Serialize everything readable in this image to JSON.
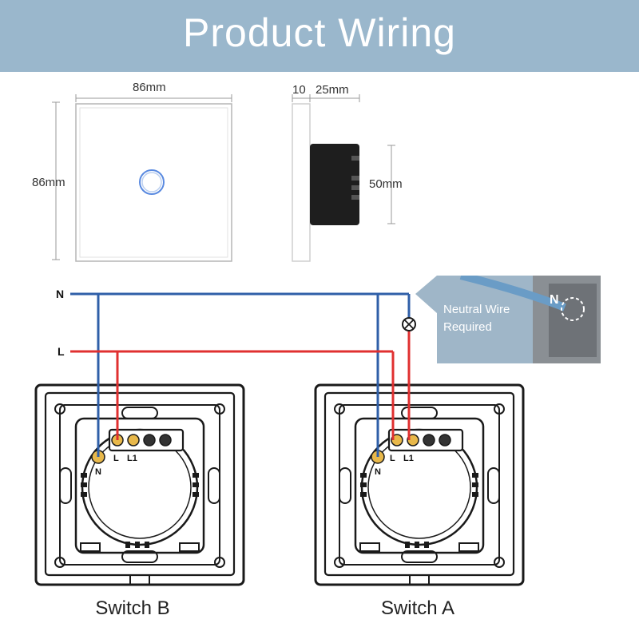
{
  "banner": {
    "title": "Product Wiring",
    "color": "#9ab7cc"
  },
  "dimensions": {
    "front_width": "86mm",
    "front_height": "86mm",
    "side_plate": "10",
    "side_depth": "25mm",
    "side_box": "50mm"
  },
  "wires": {
    "neutral_label": "N",
    "live_label": "L",
    "neutral_color": "#2f5fa8",
    "live_color": "#e03030"
  },
  "callout": {
    "lines": [
      "Neutral Wire",
      "Required"
    ],
    "marker": "N"
  },
  "switches": [
    {
      "caption": "Switch B",
      "terminals": {
        "n": "N",
        "l": "L",
        "l1": "L1"
      }
    },
    {
      "caption": "Switch A",
      "terminals": {
        "n": "N",
        "l": "L",
        "l1": "L1"
      }
    }
  ],
  "icons": [
    "lamp-icon",
    "touch-button-icon"
  ]
}
